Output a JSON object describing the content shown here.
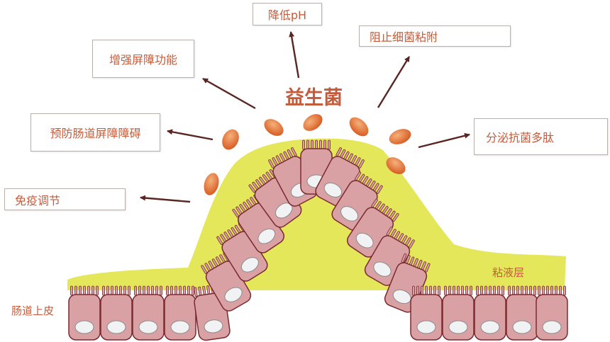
{
  "colors": {
    "label_text": "#c45c3c",
    "arrow": "#5a2622",
    "mucus": "#e3e759",
    "cell_fill": "#d9a1a3",
    "cell_stroke": "#7a2a30",
    "nucleus": "#f1f2f4",
    "bacteria": "#e0783a"
  },
  "center_label": "益生菌",
  "functions": [
    {
      "label": "降低pH"
    },
    {
      "label": "阻止细菌粘附"
    },
    {
      "label": "增强屏障功能"
    },
    {
      "label": "预防肠道屏障障碍"
    },
    {
      "label": "分泌抗菌多肽"
    },
    {
      "label": "免疫调节"
    }
  ],
  "mucus_label": "粘液层",
  "epithelium_label": "肠道上皮"
}
